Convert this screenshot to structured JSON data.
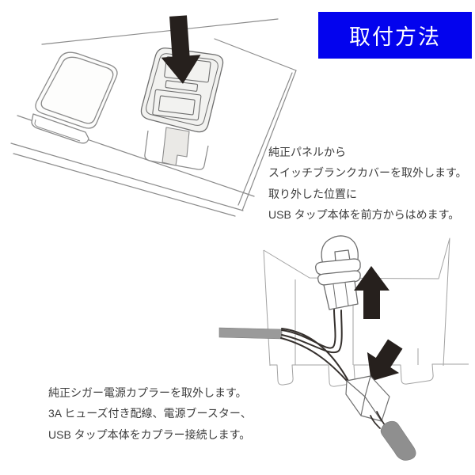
{
  "banner": {
    "label": "取付方法"
  },
  "step1": {
    "lines": [
      "純正パネルから",
      "スイッチブランクカバーを取外します。",
      "取り外した位置に",
      "USB タップ本体を前方からはめます。"
    ]
  },
  "step2": {
    "lines": [
      "純正シガー電源カプラーを取外します。",
      "3A ヒューズ付き配線、電源ブースター、",
      "USB タップ本体をカプラー接続します。"
    ]
  },
  "figures": {
    "panel_install": {
      "arrow_icon": "down-arrow-icon",
      "parts": [
        "panel",
        "blank-cover",
        "usb-tap-unit",
        "mounting-hole",
        "mounting-stem"
      ]
    },
    "coupler_swap": {
      "arrow_icons": [
        "up-arrow-icon",
        "down-right-arrow-icon"
      ],
      "parts": [
        "bracket",
        "cigar-coupler",
        "wire-sleeve",
        "wires",
        "power-coupler-connector",
        "connector-tail-sleeve"
      ]
    }
  },
  "colors": {
    "banner-bg": "#0303ee",
    "banner-text": "#ffffff",
    "ink": "#26201d",
    "line": "#8b8b8b",
    "sleeve": "#9a9a9a",
    "text": "#3c3c3c"
  }
}
